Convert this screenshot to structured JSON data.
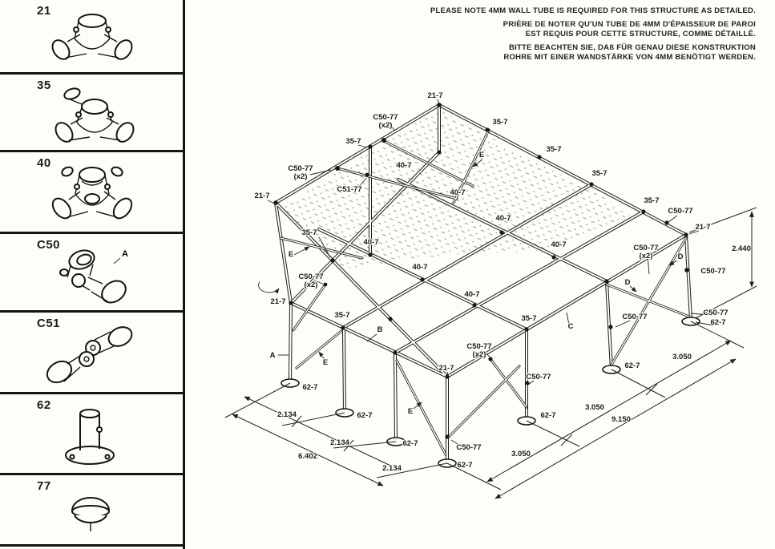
{
  "header": {
    "note_en": "PLEASE NOTE 4MM WALL TUBE IS REQUIRED FOR THIS STRUCTURE AS DETAILED.",
    "note_fr_1": "PRIÈRE DE NOTER QU'UN TUBE DE 4MM D'ÉPAISSEUR DE PAROI",
    "note_fr_2": "EST REQUIS POUR CETTE STRUCTURE, COMME DÉTAILLÉ.",
    "note_de_1": "BITTE BEACHTEN SIE, DAß FÜR GENAU DIESE KONSTRUKTION",
    "note_de_2": "ROHRE MIT EINER WANDSTÄRKE VON 4MM BENÖTIGT WERDEN."
  },
  "sidebar": {
    "items": [
      "21",
      "35",
      "40",
      "C50",
      "C51",
      "62",
      "77"
    ],
    "c50_marker": "A"
  },
  "colors": {
    "ink": "#1a1a1a",
    "paper": "#fdfdfa"
  },
  "diagram": {
    "labels": [
      "21-7",
      "C50-77",
      "(x2)",
      "35-7",
      "E",
      "35-7",
      "C50-77",
      "(x2)",
      "C51-77",
      "21-7",
      "40-7",
      "35-7",
      "40-7",
      "35-7",
      "40-7",
      "35-7",
      "C50-77",
      "21-7",
      "E",
      "40-7",
      "40-7",
      "C50-77",
      "(x2)",
      "21-7",
      "2.440",
      "40-7",
      "C50-77",
      "(x2)",
      "D",
      "35-7",
      "40-7",
      "C50-77",
      "A",
      "B",
      "D",
      "35-7",
      "C",
      "E",
      "C50-77",
      "(x2)",
      "21-7",
      "C50-77",
      "C50-77",
      "62-7",
      "62-7",
      "C50-77",
      "3.050",
      "62-7",
      "2.134",
      "E",
      "62-7",
      "3.050",
      "62-7",
      "C50-77",
      "2.134",
      "9.150",
      "6.402",
      "62-7",
      "3.050",
      "2.134",
      "62-7",
      "35-7"
    ]
  }
}
